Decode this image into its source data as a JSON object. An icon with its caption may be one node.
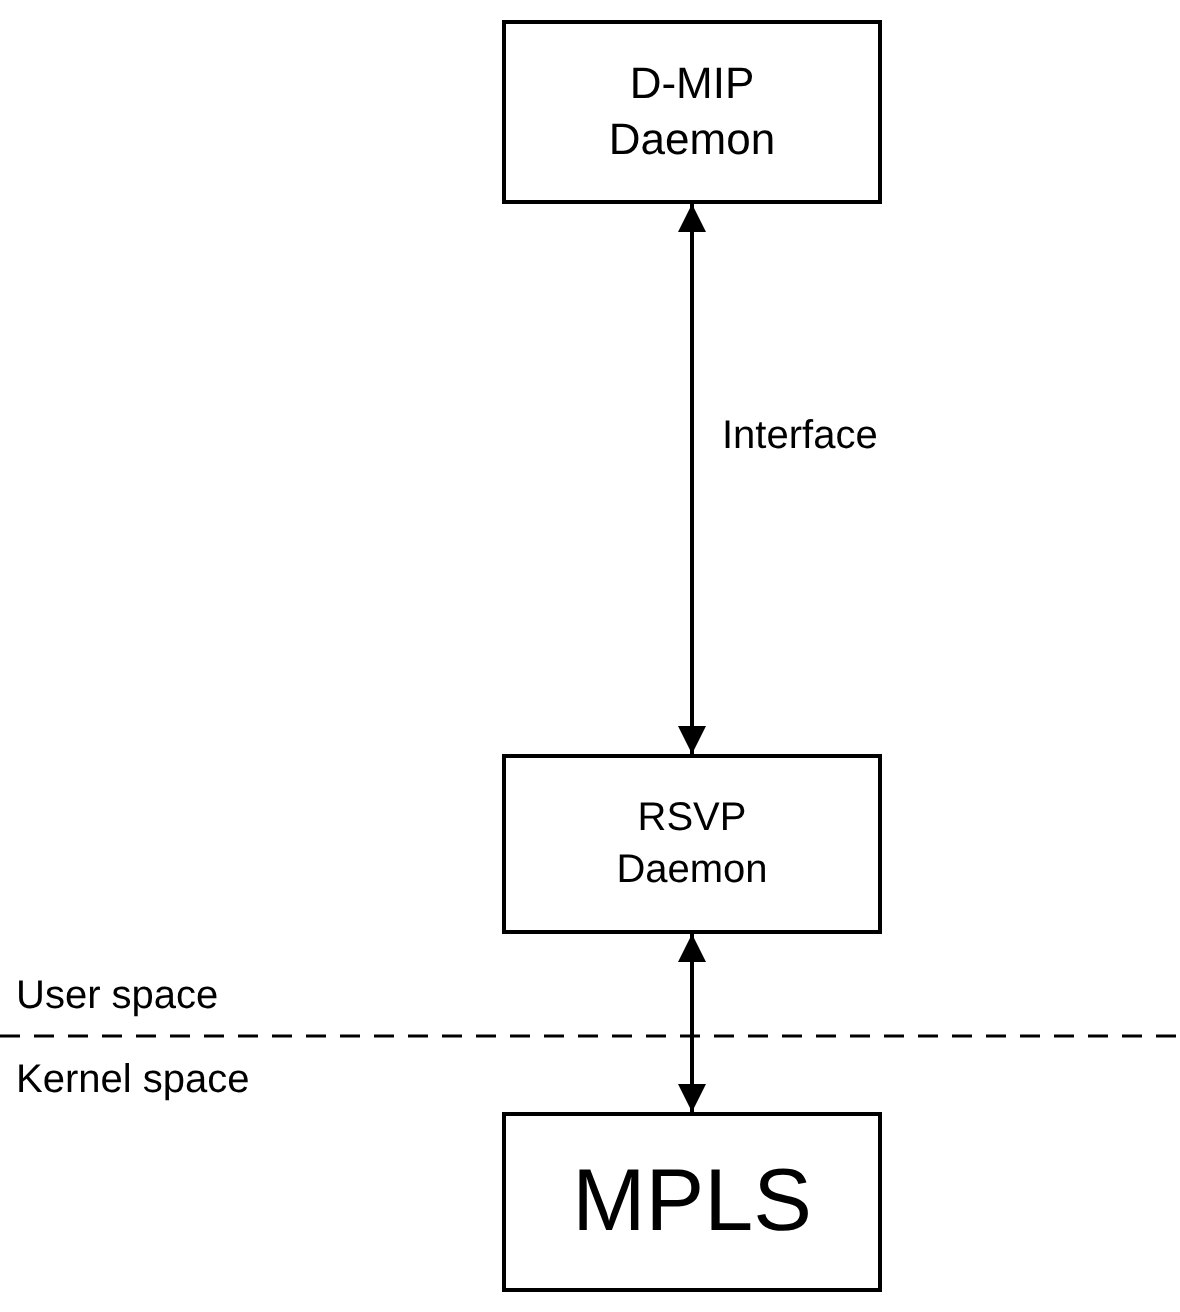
{
  "diagram": {
    "nodes": [
      {
        "text": [
          "D-MIP Daemon"
        ]
      },
      {
        "text": [
          "RSVP Daemon"
        ]
      },
      {
        "text": [
          "MPLS"
        ]
      }
    ],
    "edges": [
      {
        "from": 0,
        "to": 1,
        "arrow": "both",
        "label": "Interface"
      },
      {
        "from": 1,
        "to": 2,
        "arrow": "both"
      }
    ],
    "labels": [
      "User space",
      "Kernel space"
    ]
  }
}
